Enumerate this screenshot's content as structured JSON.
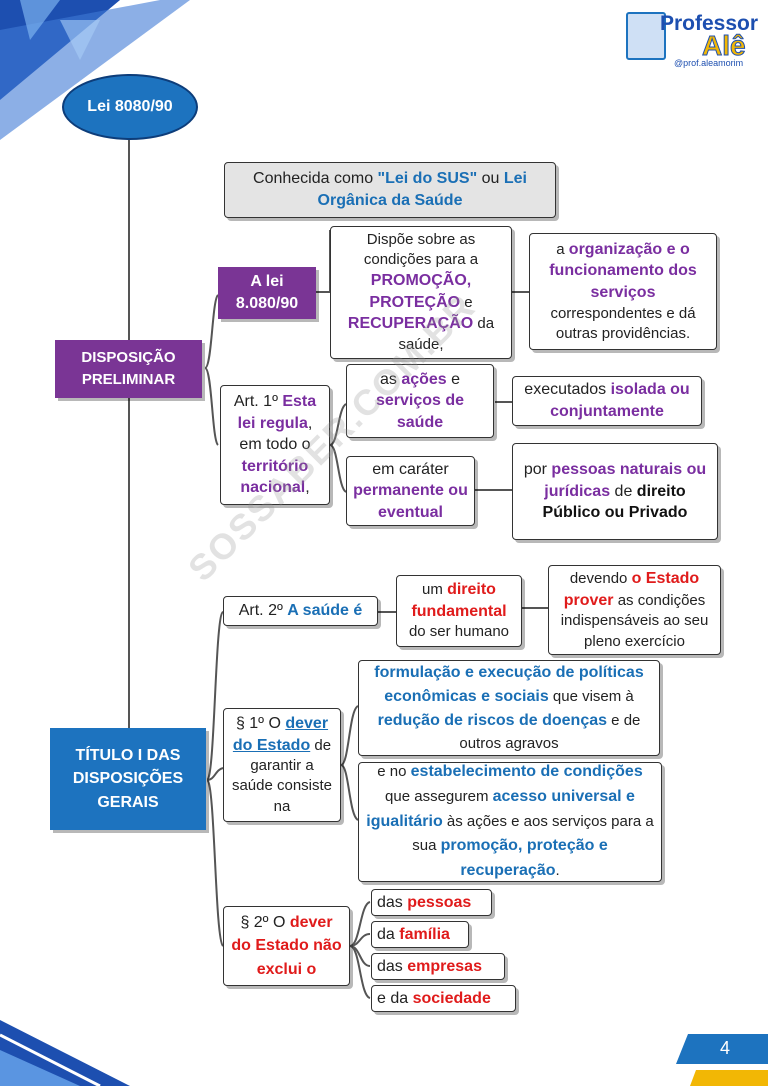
{
  "logo": {
    "line1": "Professor",
    "line2": "Alê",
    "handle": "@prof.aleamorim"
  },
  "root": {
    "label": "Lei 8080/90"
  },
  "watermark": "SOSSABER.COM.BR",
  "page_number": "4",
  "section1": {
    "label": "DISPOSIÇÃO PRELIMINAR",
    "note": {
      "t1": "Conhecida como ",
      "t2": "\"Lei do SUS\"",
      "t3": " ou ",
      "t4": "Lei Orgânica da Saúde"
    },
    "lei": "A lei 8.080/90",
    "dispoe": {
      "t1": "Dispõe sobre as condições para a ",
      "t2": "PROMOÇÃO,",
      "t3": "PROTEÇÃO",
      "t4": " e ",
      "t5": "RECUPERAÇÃO",
      "t6": " da saúde,"
    },
    "organizacao": {
      "t1": "a ",
      "t2": "organização e o funcionamento dos serviços",
      "t3": " correspondentes e dá outras providências."
    },
    "art1": {
      "t1": "Art. 1º ",
      "t2": "Esta lei regula",
      "t3": ", em todo o ",
      "t4": "território nacional",
      "t5": ","
    },
    "acoes": {
      "t1": "as ",
      "t2": "ações",
      "t3": " e ",
      "t4": "serviços de saúde"
    },
    "executados": {
      "t1": "executados ",
      "t2": "isolada ou conjuntamente"
    },
    "carater": {
      "t1": "em caráter ",
      "t2": "permanente ou eventual"
    },
    "pessoas": {
      "t1": "por ",
      "t2": "pessoas naturais ou jurídicas",
      "t3": " de ",
      "t4": "direito Público ou Privado"
    }
  },
  "section2": {
    "label": "TÍTULO I DAS DISPOSIÇÕES GERAIS",
    "art2": {
      "t1": "Art. 2º ",
      "t2": "A saúde é"
    },
    "direito": {
      "t1": "um ",
      "t2": "direito fundamental",
      "t3": " do ser humano"
    },
    "devendo": {
      "t1": "devendo ",
      "t2": "o Estado prover",
      "t3": " as condições indispensáveis ao seu pleno exercício"
    },
    "p1": {
      "t1": "§ 1º O ",
      "t2": "dever do Estado",
      "t3": " de garantir a saúde consiste na"
    },
    "formulacao": {
      "t1": "formulação e execução de políticas econômicas e sociais",
      "t2": " que visem à ",
      "t3": "redução de riscos de doenças",
      "t4": " e de outros agravos"
    },
    "estabelecimento": {
      "t1": "e no ",
      "t2": "estabelecimento de condições",
      "t3": " que assegurem ",
      "t4": "acesso universal e igualitário",
      "t5": " às ações e aos serviços para a sua ",
      "t6": "promoção, proteção e recuperação",
      "t7": "."
    },
    "p2": {
      "t1": "§ 2º O ",
      "t2": "dever do Estado não exclui o"
    },
    "excl": [
      {
        "t1": "das ",
        "t2": "pessoas"
      },
      {
        "t1": "da ",
        "t2": "família"
      },
      {
        "t1": "das ",
        "t2": "empresas"
      },
      {
        "t1": "e da ",
        "t2": "sociedade"
      }
    ]
  },
  "colors": {
    "purple": "#7a3595",
    "blue": "#1d73bf",
    "red": "#e01b1b",
    "navy": "#1b3f8f"
  }
}
